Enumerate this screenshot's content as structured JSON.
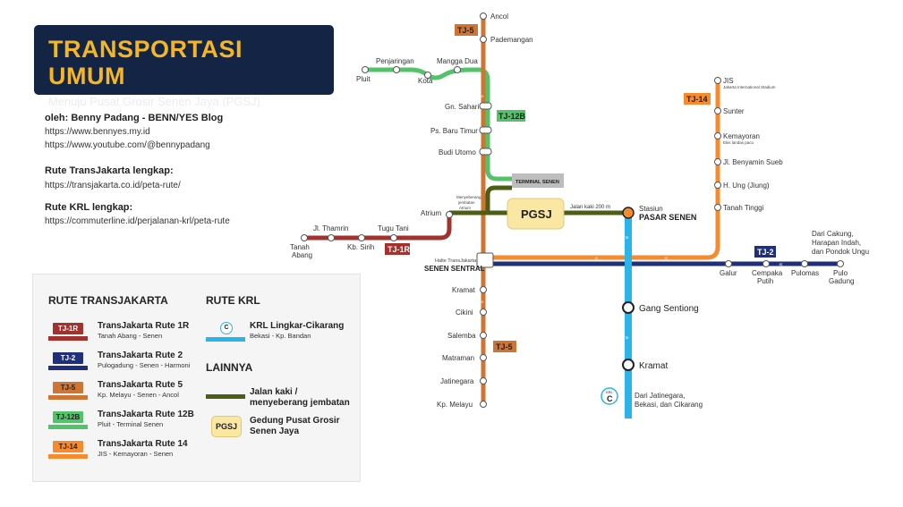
{
  "header": {
    "title": "TRANSPORTASI UMUM",
    "subtitle": "Menuju Pusat Grosir Senen Jaya (PGSJ)"
  },
  "credits": {
    "author": "oleh: Benny Padang - BENN/YES Blog",
    "website": "https://www.bennyes.my.id",
    "youtube": "https://www.youtube.com/@bennypadang",
    "tj_heading": "Rute TransJakarta lengkap:",
    "tj_link": "https://transjakarta.co.id/peta-rute/",
    "krl_heading": "Rute KRL lengkap:",
    "krl_link": "https://commuterline.id/perjalanan-krl/peta-rute"
  },
  "colors": {
    "tj1r": "#a3312e",
    "tj2": "#1f2f7a",
    "tj5": "#cf7432",
    "tj12b": "#53c26a",
    "tj14": "#f68a2c",
    "krl": "#2ab4ea",
    "walk": "#4c5e16",
    "pgsj": "#fbe7a4",
    "title_bg": "#142445",
    "title_fg": "#f5b625"
  },
  "legend": {
    "tj_heading": "RUTE TRANSJAKARTA",
    "krl_heading": "RUTE KRL",
    "other_heading": "LAINNYA",
    "tj_routes": [
      {
        "badge": "TJ-1R",
        "name": "TransJakarta Rute 1R",
        "desc": "Tanah Abang - Senen",
        "color": "#a3312e",
        "text_color": "#ffffff"
      },
      {
        "badge": "TJ-2",
        "name": "TransJakarta Rute 2",
        "desc": "Pulogadung - Senen - Harmoni",
        "color": "#1f2f7a",
        "text_color": "#ffffff"
      },
      {
        "badge": "TJ-5",
        "name": "TransJakarta Rute 5",
        "desc": "Kp. Melayu - Senen - Ancol",
        "color": "#cf7432",
        "text_color": "#222222"
      },
      {
        "badge": "TJ-12B",
        "name": "TransJakarta Rute 12B",
        "desc": "Pluit - Terminal Senen",
        "color": "#53c26a",
        "text_color": "#222222"
      },
      {
        "badge": "TJ-14",
        "name": "TransJakarta Rute 14",
        "desc": "JIS - Kemayoran - Senen",
        "color": "#f68a2c",
        "text_color": "#222222"
      }
    ],
    "krl_route": {
      "icon": "C",
      "name": "KRL Lingkar-Cikarang",
      "desc": "Bekasi - Kp. Bandan"
    },
    "walk": {
      "label1": "Jalan kaki /",
      "label2": "menyeberang jembatan"
    },
    "pgsj": {
      "badge": "PGSJ",
      "label1": "Gedung Pusat Grosir",
      "label2": "Senen Jaya"
    }
  },
  "map": {
    "route_badges": {
      "tj5_top": "TJ-5",
      "tj5_bottom": "TJ-5",
      "tj12b": "TJ-12B",
      "tj14": "TJ-14",
      "tj1r": "TJ-1R",
      "tj2": "TJ-2",
      "krl": "KRL",
      "krl_c": "C"
    },
    "tj5_stops": {
      "ancol": "Ancol",
      "pademangan": "Pademangan",
      "gn_sahari": "Gn. Sahari",
      "ps_baru_timur": "Ps. Baru Timur",
      "budi_utomo": "Budi Utomo",
      "kramat": "Kramat",
      "cikini": "Cikini",
      "salemba": "Salemba",
      "matraman": "Matraman",
      "jatinegara": "Jatinegara",
      "kp_melayu": "Kp. Melayu"
    },
    "tj12b_stops": {
      "pluit": "Pluit",
      "penjaringan": "Penjaringan",
      "kota": "Kota",
      "mangga_dua": "Mangga Dua"
    },
    "terminal_senen": "TERMINAL SENEN",
    "atrium": "Atrium",
    "tj1r_stops": {
      "tanah": "Tanah",
      "abang": "Abang",
      "jl_thamrin": "Jl. Thamrin",
      "kb_sirih": "Kb. Sirih",
      "tugu_tani": "Tugu Tani"
    },
    "walk_note_1": "Menyeberang",
    "walk_note_2": "jembatan",
    "walk_note_3": "Atrium",
    "walk_distance": "Jalan kaki 200 m",
    "pgsj_label": "PGSJ",
    "stasiun": "Stasiun",
    "pasar_senen": "PASAR SENEN",
    "halte_label": "Halte TransJakarta",
    "senen_sentral": "SENEN SENTRAL",
    "tj14_stops": {
      "jis": "JIS",
      "jis_sub": "Jakarta International Stadium",
      "sunter": "Sunter",
      "kemayoran": "Kemayoran",
      "kemayoran_sub": "Ekis landas pacu",
      "benyamin": "Jl. Benyamin Sueb",
      "h_ung": "H. Ung (Jiung)",
      "tanah_tinggi": "Tanah Tinggi"
    },
    "tj2_stops": {
      "galur": "Galur",
      "cempaka": "Cempaka",
      "putih": "Putih",
      "pulomas": "Pulomas",
      "pulo": "Pulo",
      "gadung": "Gadung"
    },
    "tj2_note": [
      "Dari Cakung,",
      "Harapan Indah,",
      "dan Pondok Ungu"
    ],
    "krl_stations": {
      "gang_sentiong": "Gang Sentiong",
      "kramat": "Kramat"
    },
    "krl_note": [
      "Dari Jatinegara,",
      "Bekasi, dan Cikarang"
    ]
  }
}
